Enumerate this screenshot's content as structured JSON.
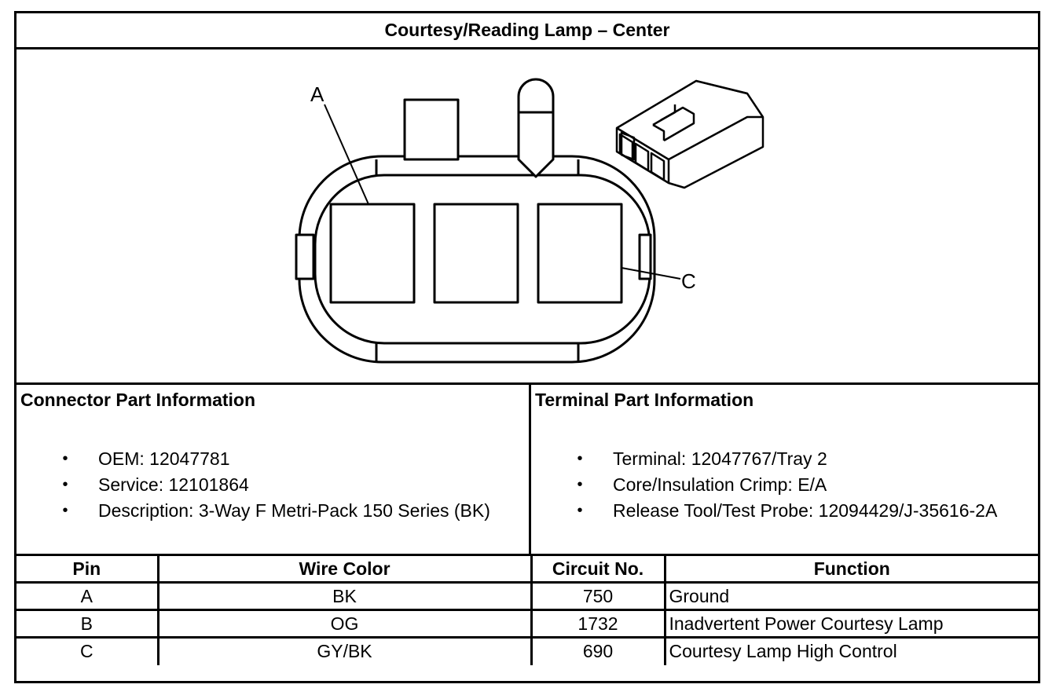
{
  "title": "Courtesy/Reading Lamp – Center",
  "diagram": {
    "callouts": [
      "A",
      "C"
    ]
  },
  "connector_info": {
    "heading": "Connector Part Information",
    "items": [
      "OEM: 12047781",
      "Service: 12101864",
      "Description: 3-Way F Metri-Pack 150 Series (BK)"
    ]
  },
  "terminal_info": {
    "heading": "Terminal Part Information",
    "items": [
      "Terminal: 12047767/Tray 2",
      "Core/Insulation Crimp: E/A",
      "Release Tool/Test Probe: 12094429/J-35616-2A"
    ]
  },
  "bullet": "•",
  "pin_table": {
    "headers": [
      "Pin",
      "Wire Color",
      "Circuit No.",
      "Function"
    ],
    "rows": [
      [
        "A",
        "BK",
        "750",
        "Ground"
      ],
      [
        "B",
        "OG",
        "1732",
        "Inadvertent Power Courtesy Lamp"
      ],
      [
        "C",
        "GY/BK",
        "690",
        "Courtesy Lamp High Control"
      ]
    ]
  }
}
